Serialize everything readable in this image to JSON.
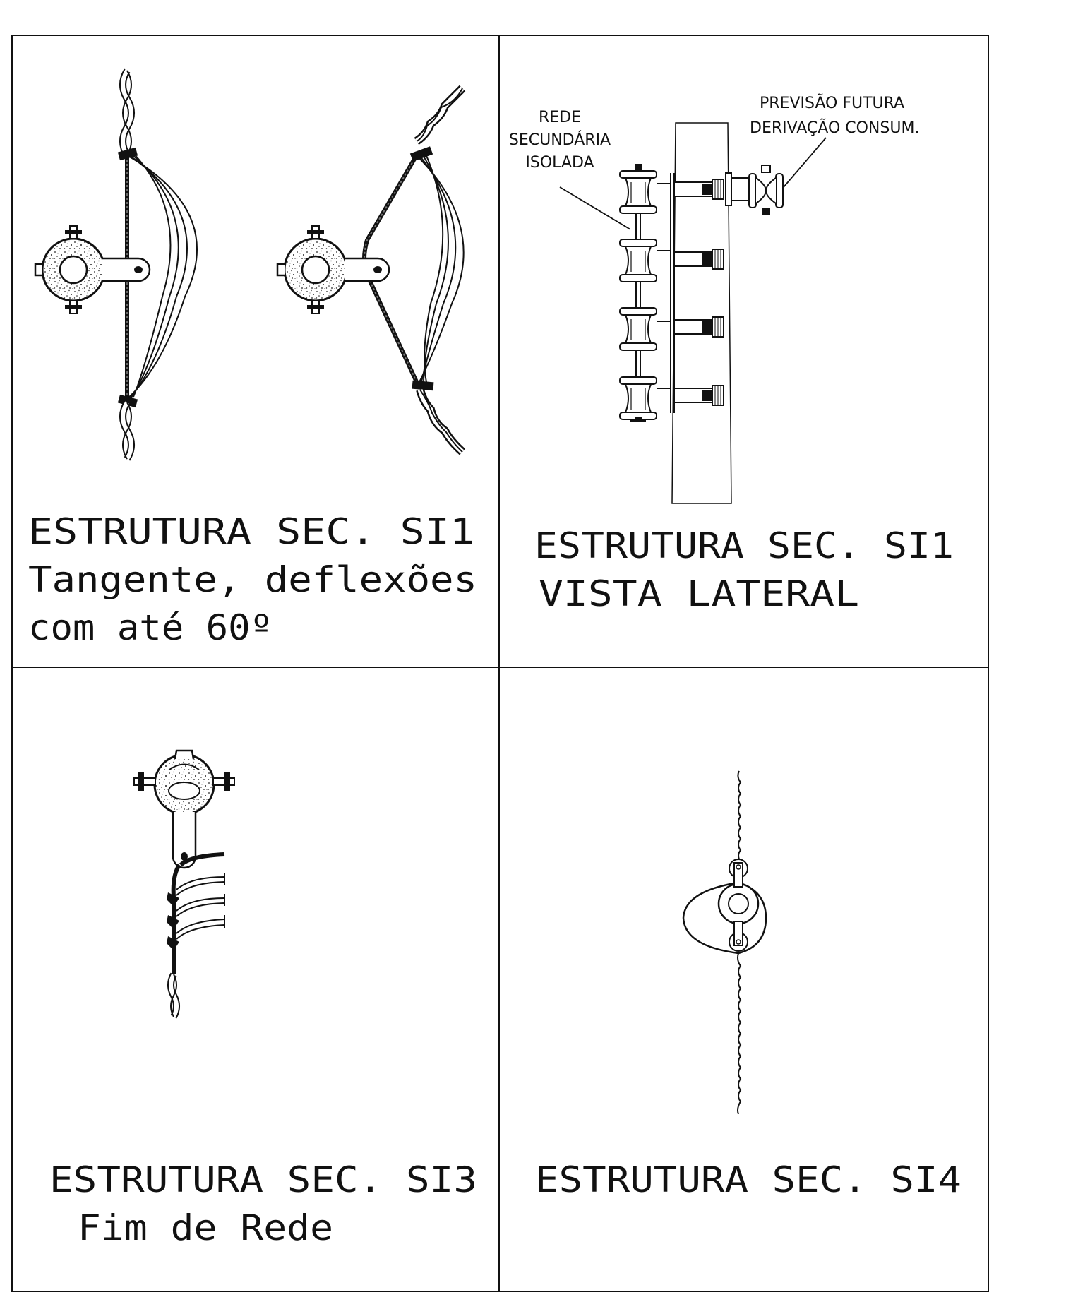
{
  "panels": {
    "tl": {
      "title": "ESTRUTURA SEC.  SI1",
      "line2": "Tangente, deflexões",
      "line3": "com até 60º"
    },
    "tr": {
      "title": "ESTRUTURA SEC. SI1",
      "line2": "VISTA LATERAL",
      "callout_left_1": "REDE",
      "callout_left_2": "SECUNDÁRIA",
      "callout_left_3": "ISOLADA",
      "callout_right_1": "PREVISÃO  FUTURA",
      "callout_right_2": "DERIVAÇÃO  CONSUM."
    },
    "bl": {
      "title": "ESTRUTURA SEC. SI3",
      "line2": "Fim de Rede"
    },
    "br": {
      "title": "ESTRUTURA SEC. SI4"
    }
  }
}
